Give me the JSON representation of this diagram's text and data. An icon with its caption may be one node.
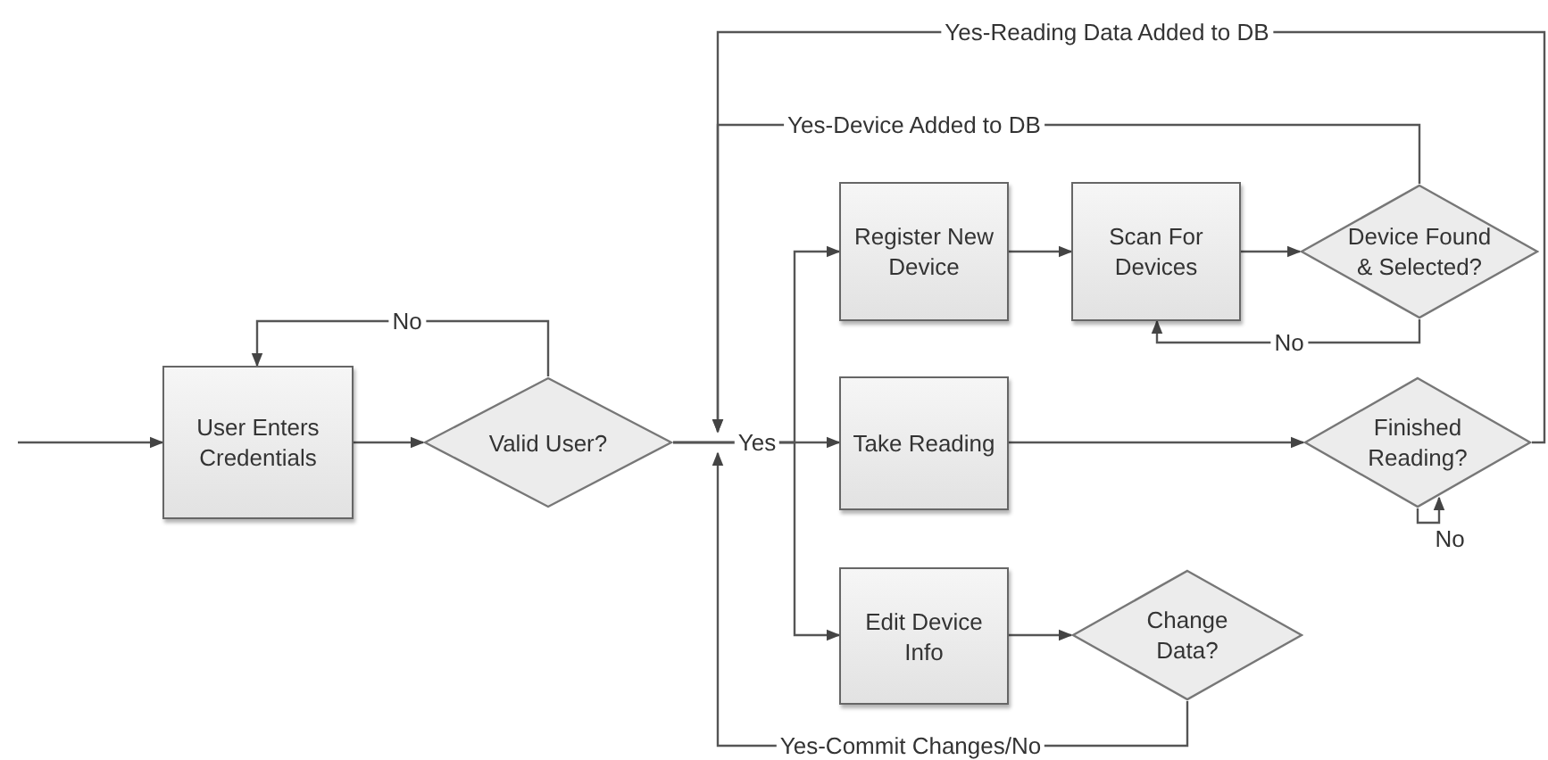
{
  "diagram": {
    "nodes": [
      {
        "text": [
          "User Enters Credentials"
        ]
      },
      {
        "text": [
          "Valid User?"
        ]
      },
      {
        "text": [
          "Register New Device"
        ]
      },
      {
        "text": [
          "Scan For Devices"
        ]
      },
      {
        "text": [
          "Device Found & Selected?"
        ]
      },
      {
        "text": [
          "Take Reading"
        ]
      },
      {
        "text": [
          "Finished Reading?"
        ]
      },
      {
        "text": [
          "Edit Device Info"
        ]
      },
      {
        "text": [
          "Change Data?"
        ]
      }
    ],
    "edges": [
      {
        "from": null,
        "to": 0,
        "arrow": "to"
      },
      {
        "from": 0,
        "to": 1,
        "arrow": "to"
      },
      {
        "from": 1,
        "to": 0,
        "arrow": "to",
        "label": "No"
      },
      {
        "from": 1,
        "to": 2,
        "arrow": "to"
      },
      {
        "from": 1,
        "to": 5,
        "arrow": "to",
        "label": "Yes"
      },
      {
        "from": 1,
        "to": 7,
        "arrow": "to"
      },
      {
        "from": 2,
        "to": 3,
        "arrow": "to"
      },
      {
        "from": 3,
        "to": 4,
        "arrow": "to"
      },
      {
        "from": 4,
        "to": 3,
        "arrow": "to",
        "label": "No"
      },
      {
        "from": 4,
        "to": null,
        "arrow": "to",
        "label": "Yes-Device Added to DB"
      },
      {
        "from": 5,
        "to": 6,
        "arrow": "to"
      },
      {
        "from": 6,
        "to": null,
        "arrow": "to",
        "label": "Yes-Reading Data Added to DB"
      },
      {
        "from": 6,
        "to": 6,
        "arrow": "to",
        "label": "No"
      },
      {
        "from": 7,
        "to": 8,
        "arrow": "to"
      },
      {
        "from": 8,
        "to": null,
        "arrow": "to",
        "label": "Yes-Commit Changes/No"
      }
    ]
  }
}
